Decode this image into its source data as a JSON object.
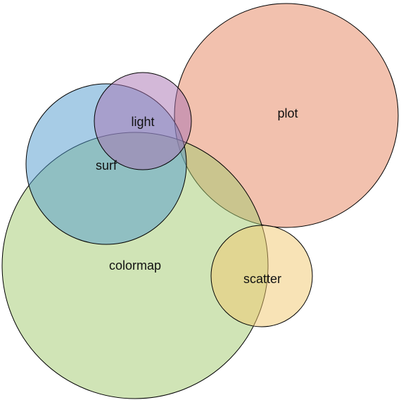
{
  "chart_data": {
    "type": "venn",
    "sets": [
      {
        "name": "plot",
        "color": "#e6835d"
      },
      {
        "name": "colormap",
        "color": "#a2c96e"
      },
      {
        "name": "surf",
        "color": "#4f99cd"
      },
      {
        "name": "light",
        "color": "#a771b1"
      },
      {
        "name": "scatter",
        "color": "#f2c86d"
      }
    ]
  }
}
